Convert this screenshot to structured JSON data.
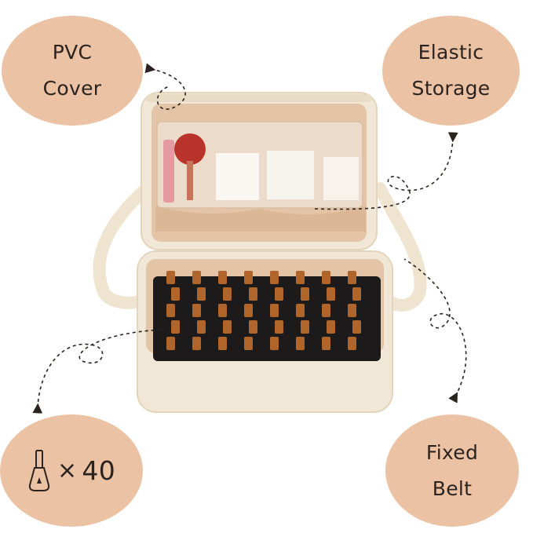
{
  "colors": {
    "bubble": "#ecc2a4",
    "case": "#f1e7d7",
    "lining": "#e4c4a6",
    "foam": "#1c1a1a",
    "bottle_cap": "#b0662a",
    "text": "#2b2320"
  },
  "callouts": {
    "pvc": {
      "line1": "PVC",
      "line2": "Cover"
    },
    "elastic": {
      "line1": "Elastic",
      "line2": "Storage"
    },
    "capacity": {
      "icon": "nail-polish-bottle-icon",
      "multiplier": "×",
      "count": "40"
    },
    "belt": {
      "line1": "Fixed",
      "line2": "Belt"
    }
  }
}
